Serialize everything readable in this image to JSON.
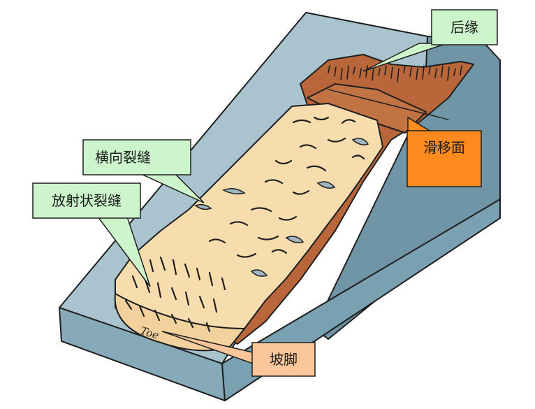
{
  "labels": {
    "crown": "后缘",
    "slip_surface": "滑移面",
    "transverse_cracks": "横向裂缝",
    "radial_cracks": "放射状裂缝",
    "toe_cn": "坡脚",
    "toe_en": "Toe"
  },
  "colors": {
    "slope_top": "#a9c4cf",
    "slope_side": "#6f95a6",
    "slope_front": "#86aab9",
    "landslide_body": "#f7dcae",
    "scarp": "#b9663a",
    "callout_green": "#cdf5cc",
    "callout_orange": "#ff8a1e",
    "callout_peach": "#fbc69a",
    "outline": "#1e1e1e"
  }
}
